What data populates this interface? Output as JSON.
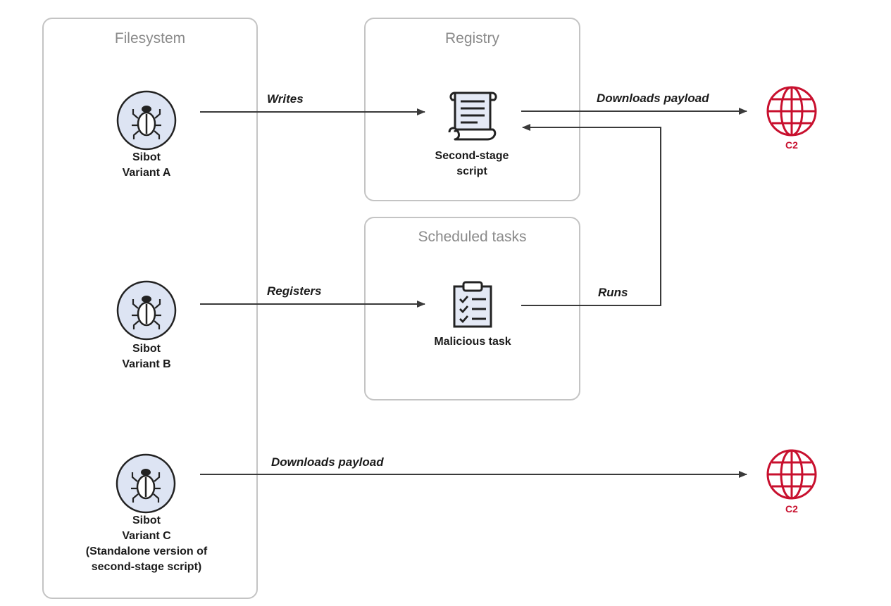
{
  "panels": {
    "filesystem": "Filesystem",
    "registry": "Registry",
    "scheduled": "Scheduled tasks"
  },
  "nodes": {
    "variant_a": [
      "Sibot",
      "Variant A"
    ],
    "variant_b": [
      "Sibot",
      "Variant B"
    ],
    "variant_c": [
      "Sibot",
      "Variant C",
      "(Standalone version of",
      "second-stage script)"
    ],
    "script": [
      "Second-stage",
      "script"
    ],
    "task": "Malicious task",
    "c2_top": "C2",
    "c2_bottom": "C2"
  },
  "edges": {
    "writes": "Writes",
    "downloads_top": "Downloads payload",
    "registers": "Registers",
    "runs": "Runs",
    "downloads_bottom": "Downloads payload"
  },
  "icons": {
    "bug": "bug-icon",
    "script": "scroll-icon",
    "task": "clipboard-checklist-icon",
    "c2": "globe-icon"
  },
  "colors": {
    "panel_border": "#c4c4c4",
    "panel_title": "#8a8a8a",
    "bug_fill": "#dde4f3",
    "c2_red": "#c8102e",
    "arrow": "#3a3a3a"
  }
}
